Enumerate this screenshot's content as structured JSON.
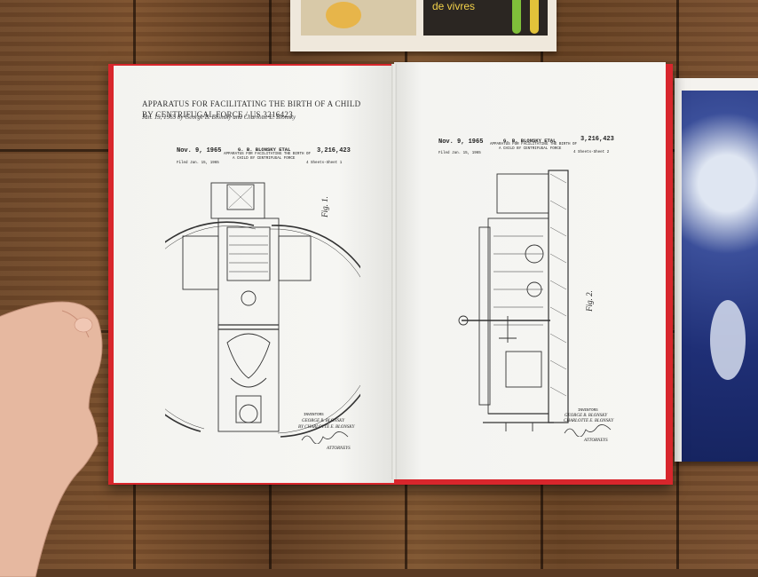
{
  "magazine": {
    "text": "de vivres"
  },
  "book": {
    "title_line1": "APPARATUS FOR FACILITATING THE BIRTH OF A CHILD",
    "title_line2": "BY CENTRIFUGAL FORCE / US 3216423",
    "subtitle": "Jan. 15, 1965 by George B. Blonsky and Charlotte E. Blonsky"
  },
  "sheet1": {
    "date": "Nov. 9, 1965",
    "names": "G. B. BLONSKY ETAL",
    "number": "3,216,423",
    "title_line1": "APPARATUS FOR FACILITATING THE BIRTH OF",
    "title_line2": "A CHILD BY CENTRIFUGAL FORCE",
    "filed": "Filed Jan. 15, 1965",
    "sheets": "4 Sheets-Sheet 1",
    "fig": "Fig. 1.",
    "inventors_label": "INVENTORS",
    "inventor1": "GEORGE B. BLONSKY",
    "inventor2": "BY CHARLOTTE E. BLONSKY",
    "attorneys": "ATTORNEYS"
  },
  "sheet2": {
    "date": "Nov. 9, 1965",
    "names": "G. B. BLONSKY ETAL",
    "number": "3,216,423",
    "title_line1": "APPARATUS FOR FACILITATING THE BIRTH OF",
    "title_line2": "A CHILD BY CENTRIFUGAL FORCE",
    "filed": "Filed Jan. 15, 1965",
    "sheets": "4 Sheets-Sheet 2",
    "fig": "Fig. 2.",
    "inventors_label": "INVENTORS",
    "inventor1": "GEORGE B. BLONSKY",
    "inventor2": "CHARLOTTE E. BLONSKY",
    "attorneys": "ATTORNEYS"
  }
}
